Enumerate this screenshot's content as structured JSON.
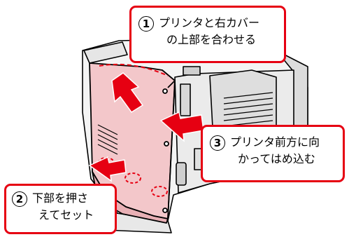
{
  "callouts": {
    "step1": {
      "number": "1",
      "line1": "プリンタと右カバー",
      "line2": "の上部を合わせる"
    },
    "step2": {
      "number": "2",
      "line1": "下部を押さ",
      "line2": "えてセット"
    },
    "step3": {
      "number": "3",
      "line1": "プリンタ前方に向",
      "line2": "かってはめ込む"
    }
  },
  "colors": {
    "accent": "#e60012",
    "cover_fill": "#f3c7ca",
    "printer_body": "#f0f0f0"
  }
}
